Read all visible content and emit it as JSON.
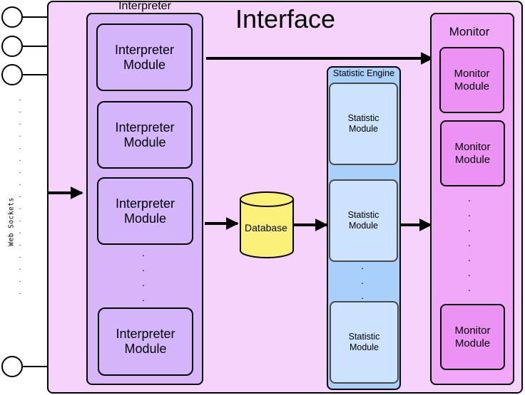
{
  "diagram": {
    "interface_title": "Interface",
    "interpreter": {
      "title": "Interpreter",
      "modules": [
        "Interpreter\nModule",
        "Interpreter\nModule",
        "Interpreter\nModule",
        "Interpreter\nModule"
      ],
      "ellipsis": ".\n.\n.\n."
    },
    "database": {
      "label": "Database"
    },
    "statistic_engine": {
      "title": "Statistic Engine",
      "modules": [
        "Statistic\nModule",
        "Statistic\nModule",
        "Statistic\nModule"
      ],
      "ellipsis": ".\n.\n."
    },
    "monitor": {
      "title": "Monitor",
      "modules": [
        "Monitor\nModule",
        "Monitor\nModule",
        "Monitor\nModule"
      ],
      "ellipsis": ".\n.\n.\n.\n.\n.\n."
    },
    "web_sockets": {
      "label": "Web Sockets",
      "ellipsis": ".\n.\n.\n.\n.\n.\n.\n.\n.\n.\n.\n.\n.\n.\n.\n.\n."
    },
    "colors": {
      "interface_bg": "#f5d3fb",
      "interpreter_bg": "#d8b5f8",
      "statistic_bg": "#a9d0fb",
      "monitor_bg": "#f1a8f8",
      "database_fill": "#fbf17a"
    }
  }
}
